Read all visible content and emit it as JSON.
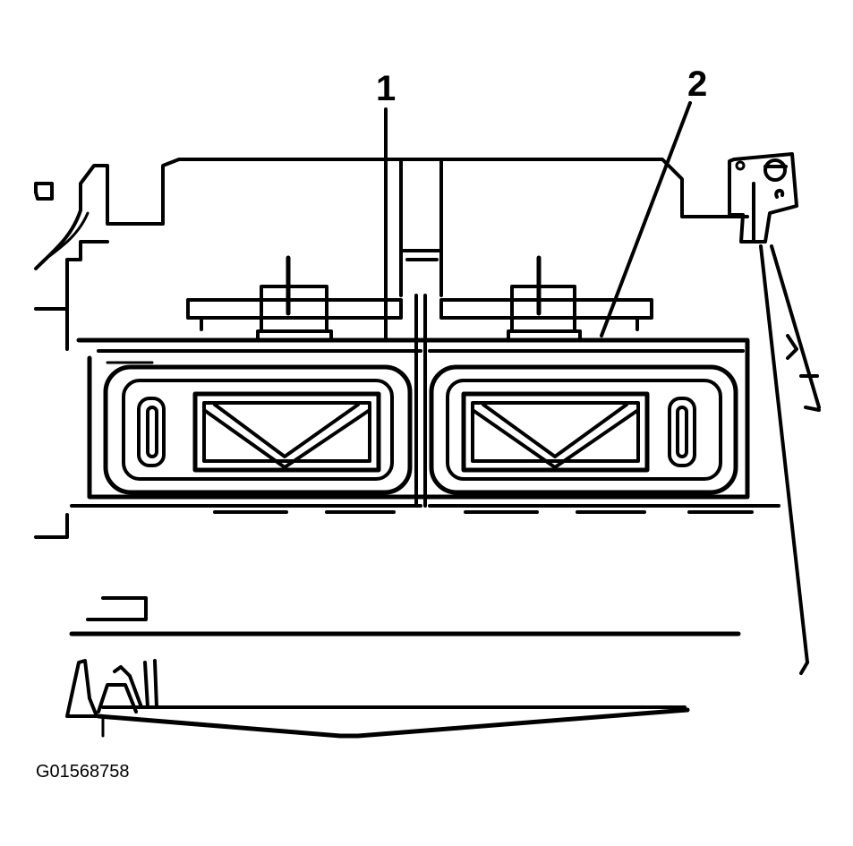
{
  "callouts": {
    "one": "1",
    "two": "2"
  },
  "figure_id": "G01568758"
}
